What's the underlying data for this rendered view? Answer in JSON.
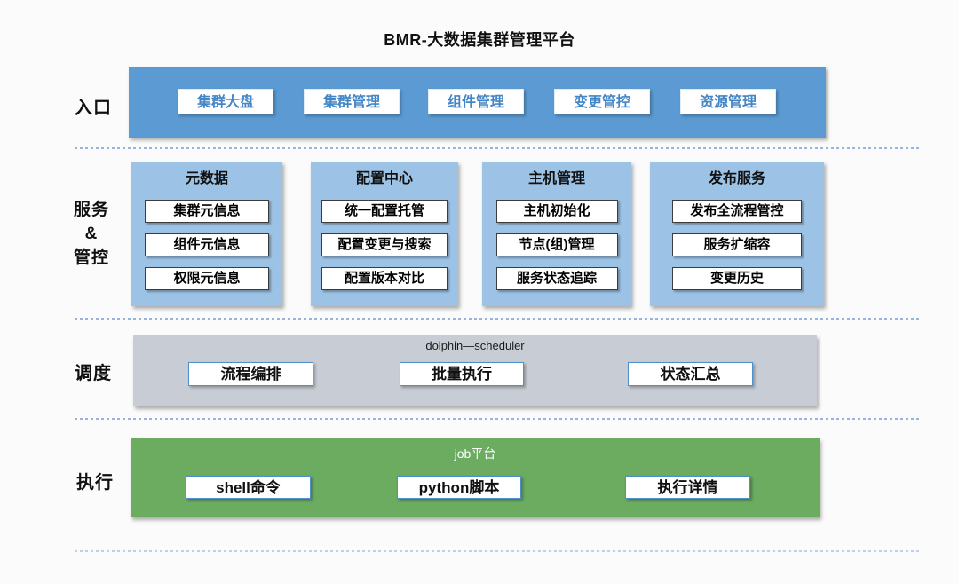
{
  "page_title": "BMR-大数据集群管理平台",
  "colors": {
    "entry_band": "#5b9ad2",
    "service_box": "#9cc2e5",
    "scheduler_band": "#c8cdd5",
    "executor_band": "#6bac61",
    "entry_button_text": "#4486c5",
    "chip_border_blue": "#4e8fcc",
    "separator_dots": "#98b6dd"
  },
  "entry": {
    "label": "入口",
    "buttons": [
      "集群大盘",
      "集群管理",
      "组件管理",
      "变更管控",
      "资源管理"
    ]
  },
  "services": {
    "label_line1": "服务",
    "label_line2": "&",
    "label_line3": "管控",
    "groups": [
      {
        "title": "元数据",
        "items": [
          "集群元信息",
          "组件元信息",
          "权限元信息"
        ]
      },
      {
        "title": "配置中心",
        "items": [
          "统一配置托管",
          "配置变更与搜索",
          "配置版本对比"
        ]
      },
      {
        "title": "主机管理",
        "items": [
          "主机初始化",
          "节点(组)管理",
          "服务状态追踪"
        ]
      },
      {
        "title": "发布服务",
        "items": [
          "发布全流程管控",
          "服务扩缩容",
          "变更历史"
        ]
      }
    ]
  },
  "scheduler": {
    "label": "调度",
    "platform": "dolphin—scheduler",
    "buttons": [
      "流程编排",
      "批量执行",
      "状态汇总"
    ]
  },
  "executor": {
    "label": "执行",
    "platform": "job平台",
    "buttons": [
      "shell命令",
      "python脚本",
      "执行详情"
    ]
  }
}
